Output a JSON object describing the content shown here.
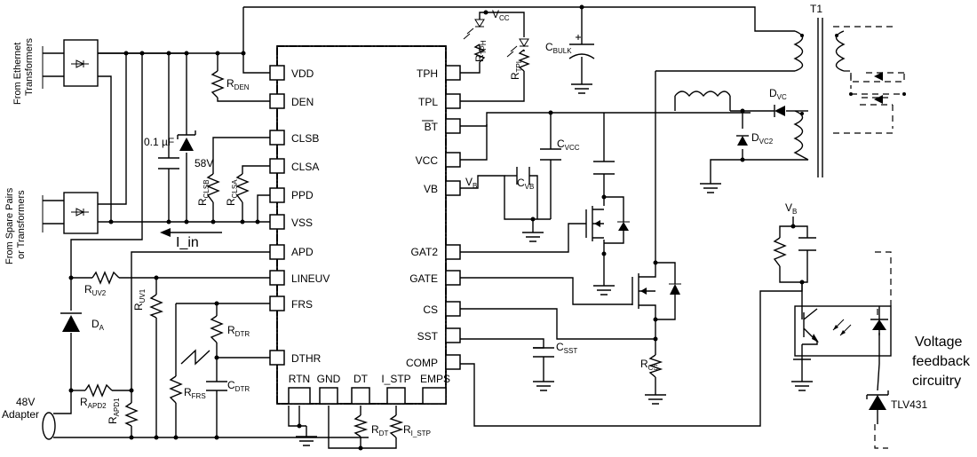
{
  "labels": {
    "from_ethernet_1": "From Ethernet",
    "from_ethernet_2": "Transformers",
    "from_spare_1": "From Spare Pairs",
    "from_spare_2": "or Transformers",
    "cap_01uf": "0.1 µF",
    "zener_58v": "58V",
    "i_in": "I_in",
    "adapter_1": "48V",
    "adapter_2": "Adapter",
    "t1": "T1",
    "tlv431": "TLV431",
    "voltage_1": "Voltage",
    "voltage_2": "feedback",
    "voltage_3": "circuitry",
    "vb_top": "V",
    "vb_top_sub": "B",
    "vb_pin": "V",
    "vb_pin_sub": "B",
    "vcc_top": "V",
    "vcc_top_sub": "CC"
  },
  "pins_left": [
    "VDD",
    "DEN",
    "CLSB",
    "CLSA",
    "PPD",
    "VSS",
    "APD",
    "LINEUV",
    "FRS",
    "DTHR"
  ],
  "pins_right": [
    "TPH",
    "TPL",
    "BT",
    "VCC",
    "VB",
    "GAT2",
    "GATE",
    "CS",
    "SST",
    "COMP"
  ],
  "pins_bottom": [
    "RTN",
    "GND",
    "DT",
    "I_STP",
    "EMPS"
  ],
  "components": {
    "r_den": {
      "main": "R",
      "sub": "DEN"
    },
    "r_clsb": {
      "main": "R",
      "sub": "CLSB"
    },
    "r_clsa": {
      "main": "R",
      "sub": "CLSA"
    },
    "r_uv2": {
      "main": "R",
      "sub": "UV2"
    },
    "r_uv1": {
      "main": "R",
      "sub": "UV1"
    },
    "d_a": {
      "main": "D",
      "sub": "A"
    },
    "r_apd2": {
      "main": "R",
      "sub": "APD2"
    },
    "r_apd1": {
      "main": "R",
      "sub": "APD1"
    },
    "r_dtr": {
      "main": "R",
      "sub": "DTR"
    },
    "r_frs": {
      "main": "R",
      "sub": "FRS"
    },
    "c_dtr": {
      "main": "C",
      "sub": "DTR"
    },
    "r_dt": {
      "main": "R",
      "sub": "DT"
    },
    "r_istp": {
      "main": "R",
      "sub": "I_STP"
    },
    "r_tph": {
      "main": "R",
      "sub": "TPH"
    },
    "r_tpl": {
      "main": "R",
      "sub": "TPL"
    },
    "c_bulk": {
      "main": "C",
      "sub": "BULK"
    },
    "c_vcc": {
      "main": "C",
      "sub": "VCC"
    },
    "c_vb": {
      "main": "C",
      "sub": "VB"
    },
    "c_sst": {
      "main": "C",
      "sub": "SST"
    },
    "r_cs": {
      "main": "R",
      "sub": "CS"
    },
    "d_vc": {
      "main": "D",
      "sub": "VC"
    },
    "d_vc2": {
      "main": "D",
      "sub": "VC2"
    }
  }
}
